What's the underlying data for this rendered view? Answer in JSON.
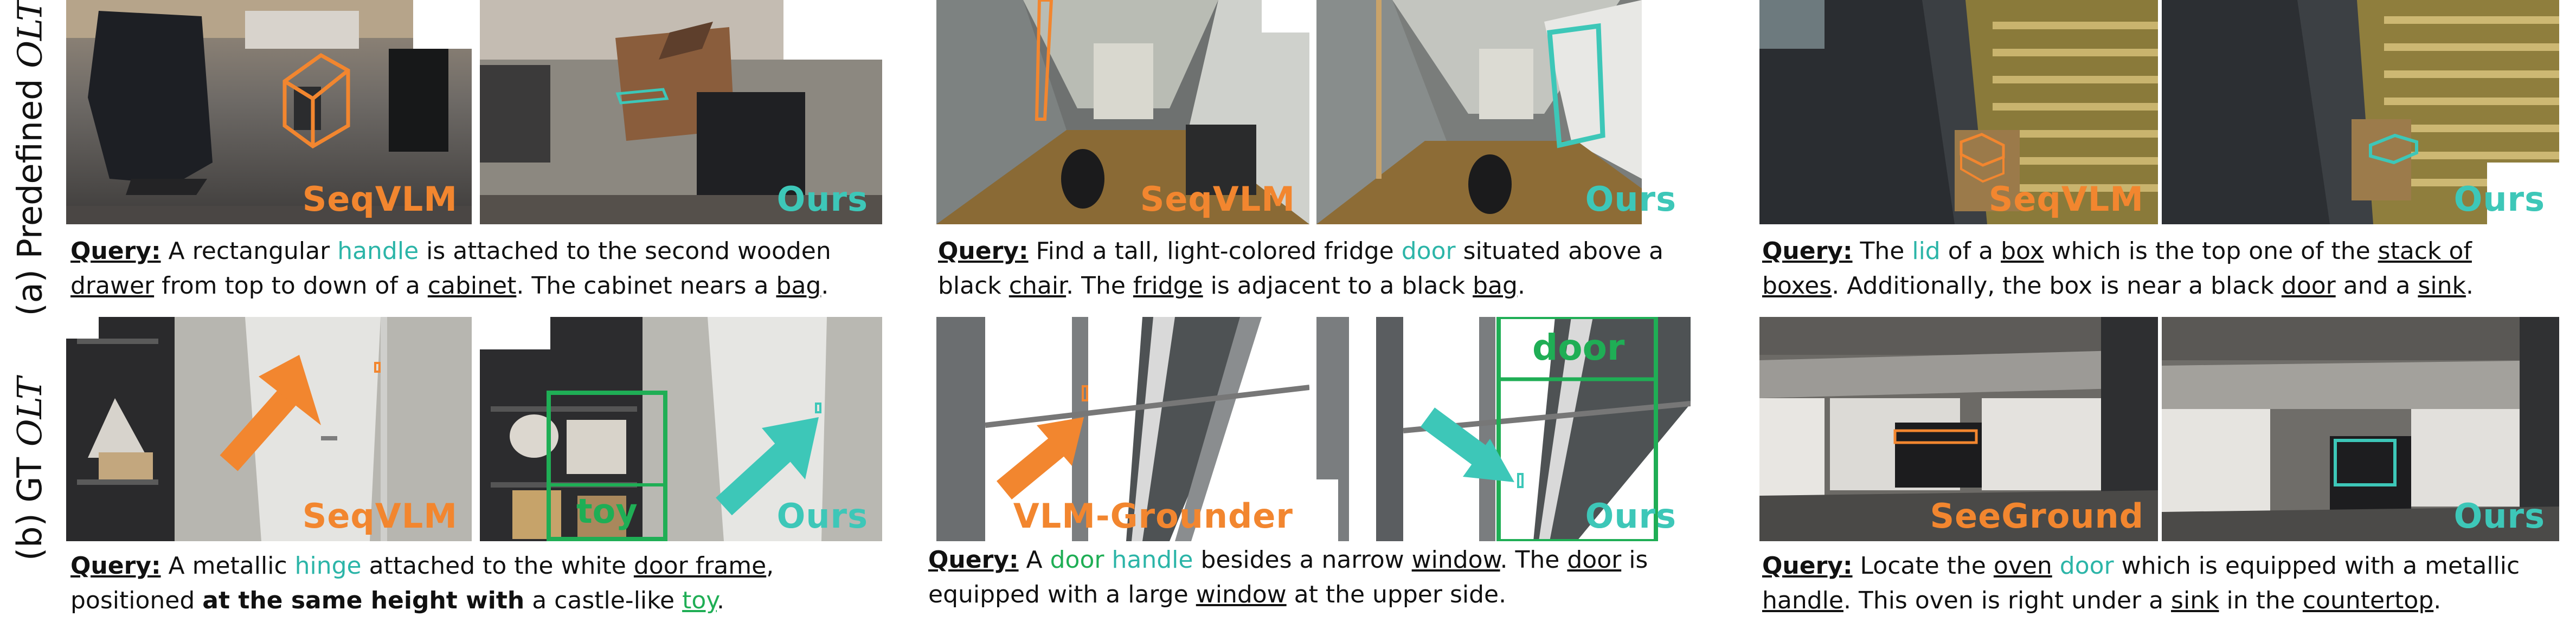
{
  "row_labels": {
    "a_prefix": "(a) Predefined ",
    "a_italic": "OLT",
    "b_prefix": "(b) GT ",
    "b_italic": "OLT"
  },
  "panels": {
    "a1_left": "SeqVLM",
    "a1_right": "Ours",
    "a2_left": "SeqVLM",
    "a2_right": "Ours",
    "a3_left": "SeqVLM",
    "a3_right": "Ours",
    "b1_left": "SeqVLM",
    "b1_right": "Ours",
    "b1_box": "toy",
    "b2_left": "VLM-Grounder",
    "b2_right": "Ours",
    "b2_box": "door",
    "b3_left": "SeeGround",
    "b3_right": "Ours"
  },
  "captions": {
    "query_label": "Query:",
    "a1": {
      "l1_a": " A rectangular ",
      "l1_b": "handle",
      "l1_c": " is attached to the second wooden",
      "l2_a": "drawer",
      "l2_b": " from top to down of a ",
      "l2_c": "cabinet",
      "l2_d": ". The cabinet nears a ",
      "l2_e": "bag",
      "l2_f": "."
    },
    "a2": {
      "l1_a": " Find a tall, light-colored fridge ",
      "l1_b": "door",
      "l1_c": " situated above a",
      "l2_a": "black ",
      "l2_b": "chair",
      "l2_c": ". The ",
      "l2_d": "fridge",
      "l2_e": " is adjacent to a black ",
      "l2_f": "bag",
      "l2_g": "."
    },
    "a3": {
      "l1_a": " The ",
      "l1_b": "lid",
      "l1_c": " of a ",
      "l1_d": "box",
      "l1_e": " which is the top one of the ",
      "l1_f": "stack of",
      "l2_a": "boxes",
      "l2_b": ". Additionally, the box is near a black ",
      "l2_c": "door",
      "l2_d": " and a ",
      "l2_e": "sink",
      "l2_f": "."
    },
    "b1": {
      "l1_a": " A metallic ",
      "l1_b": "hinge",
      "l1_c": " attached to the white ",
      "l1_d": "door frame",
      "l1_e": ",",
      "l2_a": "positioned ",
      "l2_b": "at the same height with",
      "l2_c": " a castle-like ",
      "l2_d": "toy",
      "l2_e": "."
    },
    "b2": {
      "l1_a": " A ",
      "l1_b": "door",
      "l1_c": " ",
      "l1_d": "handle",
      "l1_e": " besides a narrow ",
      "l1_f": "window",
      "l1_g": ". The ",
      "l1_h": "door",
      "l1_i": " is",
      "l2_a": "equipped with a large ",
      "l2_b": "window",
      "l2_c": " at the upper side."
    },
    "b3": {
      "l1_a": " Locate the ",
      "l1_b": "oven",
      "l1_c": " ",
      "l1_d": "door",
      "l1_e": " which is equipped with a metallic",
      "l2_a": "handle",
      "l2_b": ". This oven is right under a ",
      "l2_c": "sink",
      "l2_d": " in the ",
      "l2_e": "countertop",
      "l2_f": "."
    },
    "colors": {
      "orange": "#F2862F",
      "teal": "#3DC7B8",
      "green": "#1FAE55"
    }
  }
}
